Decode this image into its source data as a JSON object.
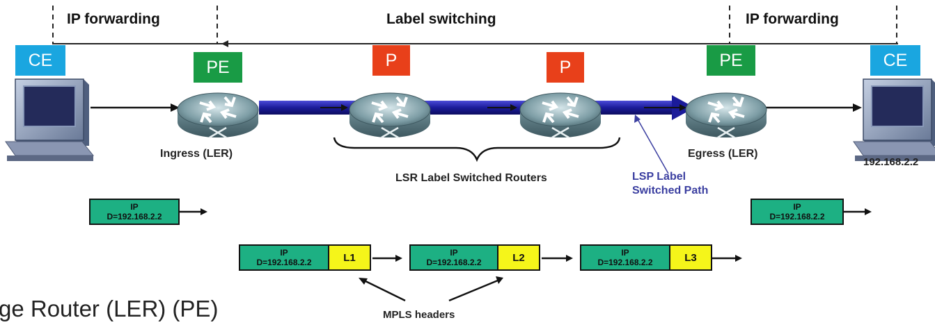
{
  "sections": {
    "left": "IP forwarding",
    "middle": "Label switching",
    "right": "IP forwarding"
  },
  "roles": {
    "ce_left": "CE",
    "pe_left": "PE",
    "p1": "P",
    "p2": "P",
    "pe_right": "PE",
    "ce_right": "CE"
  },
  "captions": {
    "ingress": "Ingress (LER)",
    "egress": "Egress (LER)",
    "lsr": "LSR Label Switched Routers",
    "lsp_line1": "LSP Label",
    "lsp_line2": "Switched Path",
    "host_ip": "192.168.2.2",
    "mpls_headers": "MPLS headers"
  },
  "packets": {
    "ingress_ip": {
      "l1": "IP",
      "l2": "D=192.168.2.2"
    },
    "egress_ip": {
      "l1": "IP",
      "l2": "D=192.168.2.2"
    },
    "labeled": [
      {
        "ip": "IP",
        "dest": "D=192.168.2.2",
        "label": "L1"
      },
      {
        "ip": "IP",
        "dest": "D=192.168.2.2",
        "label": "L2"
      },
      {
        "ip": "IP",
        "dest": "D=192.168.2.2",
        "label": "L3"
      }
    ]
  },
  "bottom_text": "ge Router (LER) (PE)",
  "colors": {
    "ce": "#1aa6e0",
    "pe": "#199b45",
    "p": "#e8401a",
    "ip_header": "#1db083",
    "label": "#f5f51a",
    "lsp": "#2e2eb8"
  },
  "icons": [
    "computer-icon",
    "router-icon"
  ]
}
